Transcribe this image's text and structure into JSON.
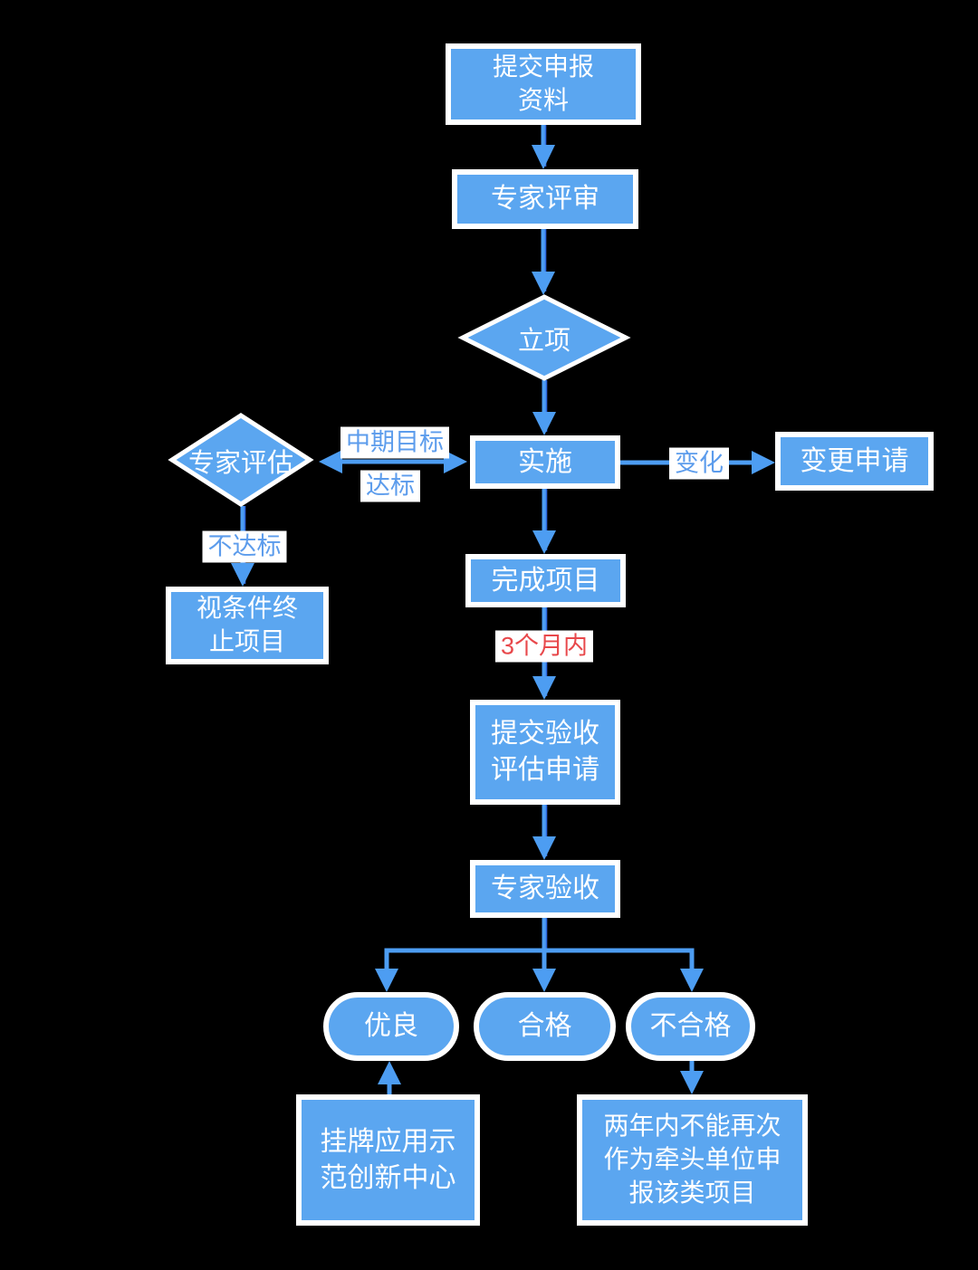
{
  "colors": {
    "background": "#000000",
    "node_fill": "#5BA6F0",
    "node_border": "#FFFFFF",
    "node_text": "#FFFFFF",
    "arrow": "#4D9DF2",
    "arrow_accent": "#2E68E0",
    "edge_label_text": "#5C9CEC",
    "edge_label_bg": "#FFFFFF",
    "deadline_text": "#E8484B"
  },
  "nodes": {
    "submit_materials": {
      "label": "提交申报\n资料",
      "shape": "process"
    },
    "expert_review": {
      "label": "专家评审",
      "shape": "process"
    },
    "project_approval": {
      "label": "立项",
      "shape": "decision"
    },
    "implementation": {
      "label": "实施",
      "shape": "process"
    },
    "expert_evaluation": {
      "label": "专家评估",
      "shape": "decision"
    },
    "change_request": {
      "label": "变更申请",
      "shape": "process"
    },
    "terminate_project": {
      "label": "视条件终\n止项目",
      "shape": "process"
    },
    "complete_project": {
      "label": "完成项目",
      "shape": "process"
    },
    "acceptance_application": {
      "label": "提交验收\n评估申请",
      "shape": "process"
    },
    "expert_acceptance": {
      "label": "专家验收",
      "shape": "process"
    },
    "excellent": {
      "label": "优良",
      "shape": "terminal"
    },
    "qualified": {
      "label": "合格",
      "shape": "terminal"
    },
    "unqualified": {
      "label": "不合格",
      "shape": "terminal"
    },
    "listing_center": {
      "label": "挂牌应用示\n范创新中心",
      "shape": "process"
    },
    "penalty": {
      "label": "两年内不能再次\n作为牵头单位申\n报该类项目",
      "shape": "process"
    }
  },
  "edge_labels": {
    "midterm_goal": "中期目标",
    "goal_met": "达标",
    "goal_not_met": "不达标",
    "change": "变化",
    "within_3_months": "3个月内"
  }
}
